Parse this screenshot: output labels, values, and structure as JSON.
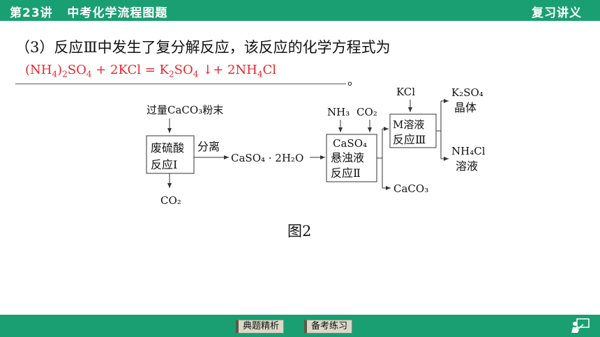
{
  "header": {
    "lesson": "第23讲   中考化学流程图题",
    "section": "复习讲义"
  },
  "question": {
    "text": "（3）反应Ⅲ中发生了复分解反应，该反应的化学方程式为",
    "period": "。"
  },
  "answer": {
    "p1": "(NH",
    "s1": "4",
    "p2": ")",
    "s2": "2",
    "p3": "SO",
    "s3": "4",
    "p4": " + 2KCl = K",
    "s4": "2",
    "p5": "SO",
    "s5": "4",
    "p6": " ↓+ 2NH",
    "s6": "4",
    "p7": "Cl"
  },
  "diagram": {
    "feed": "过量CaCO₃粉末",
    "box1_line1": "废硫酸",
    "box1_line2": "反应Ⅰ",
    "separate": "分离",
    "co2_out": "CO₂",
    "intermediate": "CaSO₄ · 2H₂O",
    "nh3": "NH₃",
    "co2_in": "CO₂",
    "box2_line1": "CaSO₄",
    "box2_line2": "悬浊液",
    "box2_line3": "反应Ⅱ",
    "caco3_out": "CaCO₃",
    "kcl": "KCl",
    "box3_line1": "M溶液",
    "box3_line2": "反应Ⅲ",
    "k2so4_line1": "K₂SO₄",
    "k2so4_line2": "晶体",
    "nh4cl_line1": "NH₄Cl",
    "nh4cl_line2": "溶液",
    "caption": "图2"
  },
  "nav": {
    "btn1": "典题精析",
    "btn2": "备考练习"
  },
  "colors": {
    "bar": "#1a9f72",
    "answer": "#e8262c"
  }
}
